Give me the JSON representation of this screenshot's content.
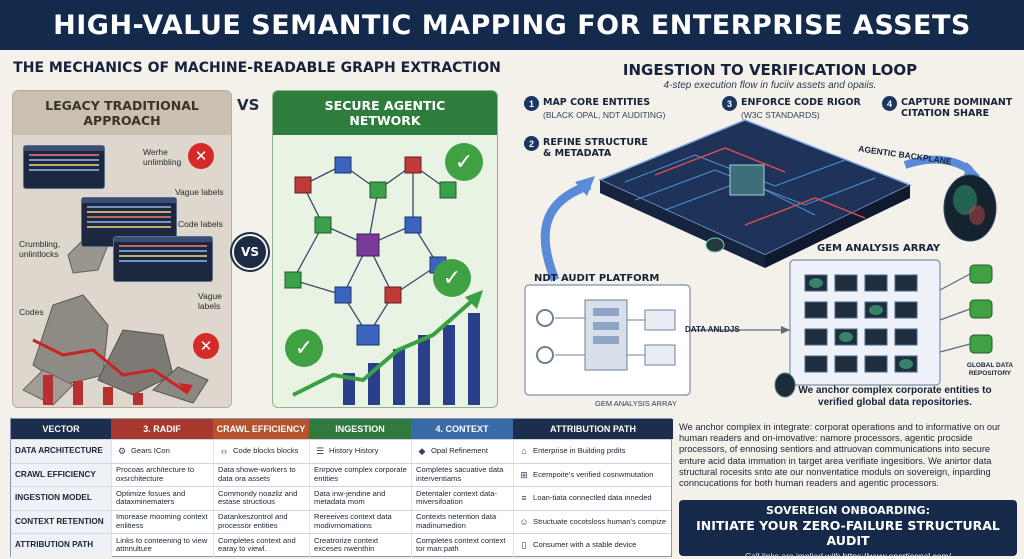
{
  "banner": {
    "title": "HIGH-VALUE SEMANTIC MAPPING FOR ENTERPRISE ASSETS"
  },
  "left": {
    "title": "THE MECHANICS OF MACHINE-READABLE GRAPH EXTRACTION",
    "legacy_heading": "LEGACY TRADITIONAL APPROACH",
    "agentic_heading": "SECURE AGENTIC NETWORK",
    "vs": "VS",
    "vs_badge": "VS",
    "legacy_annotations": {
      "werhe": "Werhe unlimbling",
      "vague_labels": "Vague labels",
      "code_labels": "Code labels",
      "crumbling": "Crumbling, unlintlocks",
      "vague_labels_2": "Vague labels",
      "codes": "Codes"
    }
  },
  "right": {
    "title": "INGESTION TO VERIFICATION LOOP",
    "subtitle": "4-step execution flow in fuciiv assets and opaiis.",
    "steps": [
      {
        "num": "1",
        "title": "MAP CORE ENTITIES",
        "sub": "(BLACK OPAL, NDT AUDITING)"
      },
      {
        "num": "2",
        "title": "REFINE STRUCTURE & METADATA",
        "sub": ""
      },
      {
        "num": "3",
        "title": "ENFORCE CODE RIGOR",
        "sub": "(W3C STANDARDS)"
      },
      {
        "num": "4",
        "title": "CAPTURE DOMINANT CITATION SHARE",
        "sub": ""
      }
    ],
    "backplane": "AGENTIC BACKPLANE",
    "gem_array": "GEM ANALYSIS ARRAY",
    "ndt_platform": "NDT AUDIT PLATFORM",
    "data_label": "DATA ANLDJS",
    "gem_sub": "GEM ANALYSIS ARRAY",
    "repo_label": "GLOBAL DATA REPOSITORY",
    "anchor_text": "We anchor complex corporate entities to verified global data repositories."
  },
  "table": {
    "headers": [
      "VECTOR",
      "3. RADIF",
      "CRAWL EFFICIENCY",
      "INGESTION",
      "4. CONTEXT",
      "ATTRIBUTION PATH"
    ],
    "rows": [
      {
        "label": "DATA ARCHITECTURE",
        "cells": [
          "Gears ICon",
          "Code blocks blocks",
          "History History",
          "Opal Refinement",
          "Enterprise in Building prdits"
        ]
      },
      {
        "label": "CRAWL EFFICIENCY",
        "cells": [
          "Procoas architecture to oxsrchitecture",
          "Data showe-workers to data ora assets",
          "Enrpove complex corporate entities",
          "Completes sacuative data interventiams",
          "Ecempoite's verified cosnwmutation"
        ]
      },
      {
        "label": "INGESTION MODEL",
        "cells": [
          "Optimize fosues and dataxminematers",
          "Commondy noazliz and estase structious",
          "Data inw-jendine and metadata mom",
          "Detentaler context data-miversifoation",
          "Loan-tiata connectled data inneded"
        ]
      },
      {
        "label": "CONTEXT RETENTION",
        "cells": [
          "Imorease mooming context enlitiess",
          "Datankeszontrol and processor entities",
          "Rereeives context data modivrnomations",
          "Contexts netention data madinumedion",
          "Structuate cocotsloss human's compize"
        ]
      },
      {
        "label": "ATTRIBUTION PATH",
        "cells": [
          "Links to conteening to view attnnulture",
          "Completes context and earay to viewl.",
          "Creatrorize context exceses nwenthin",
          "Completes context context tor man:path",
          "Consumer with a stable device"
        ]
      }
    ]
  },
  "body_text": "We anchor complex in integrate: corporat operations and to informative on our human readers and on-imovative: namore processors, agentic procside processors, of ennosing sentiors and attruovan communications into secure enture acid data immation in target area verifiate ingesitiors. We anirtor data structural rocesits snto ate our nonventatice moduls on sovereign, inparding conncucations for both human readers and agentic processors.",
  "cta": {
    "line1": "SOVEREIGN ONBOARDING:",
    "line2": "INITIATE YOUR ZERO-FAILURE STRUCTURAL AUDIT",
    "line3_prefix": "Call links are implied with ",
    "line3_link": "https://www.enerticopal.com/"
  },
  "colors": {
    "banner": "#142a4c",
    "legacy_x": "#d42a2a",
    "agentic_check": "#3fa142",
    "accent_blue": "#1a3663"
  }
}
